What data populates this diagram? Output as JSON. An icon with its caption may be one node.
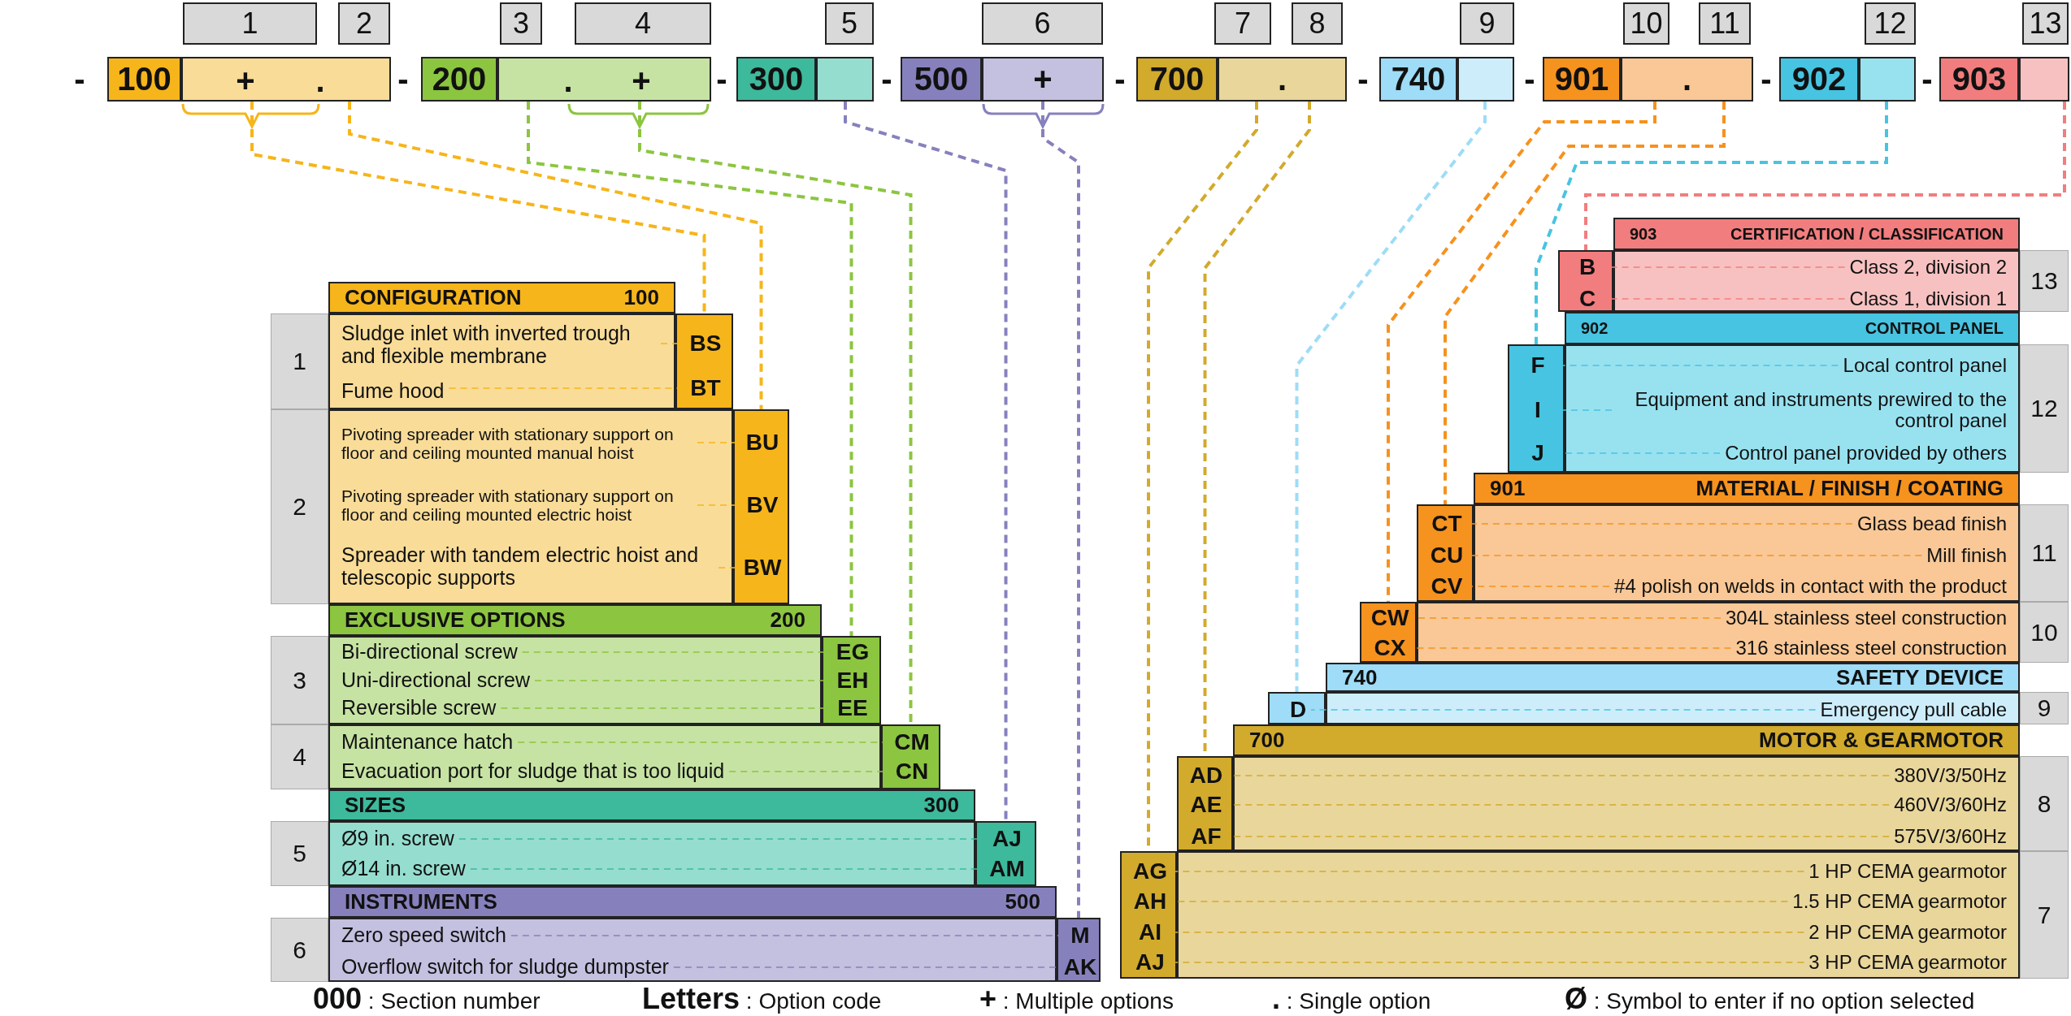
{
  "diagram": {
    "nodes": [
      {
        "text": [
          "1"
        ]
      },
      {
        "text": [
          "2"
        ]
      },
      {
        "text": [
          "3"
        ]
      },
      {
        "text": [
          "4"
        ]
      },
      {
        "text": [
          "5"
        ]
      },
      {
        "text": [
          "6"
        ]
      },
      {
        "text": [
          "7"
        ]
      },
      {
        "text": [
          "8"
        ]
      },
      {
        "text": [
          "9"
        ]
      },
      {
        "text": [
          "10"
        ]
      },
      {
        "text": [
          "11"
        ]
      },
      {
        "text": [
          "12"
        ]
      },
      {
        "text": [
          "13"
        ]
      },
      {
        "text": [
          "100"
        ]
      },
      {
        "text": [],
        "shape": "box"
      },
      {
        "text": [
          "+"
        ],
        "in": 14
      },
      {
        "text": [
          "."
        ],
        "in": 14
      },
      {
        "text": [
          "200"
        ]
      },
      {
        "text": [],
        "shape": "box"
      },
      {
        "text": [
          "."
        ],
        "in": 18
      },
      {
        "text": [
          "+"
        ],
        "in": 18
      },
      {
        "text": [
          "300"
        ]
      },
      {
        "text": [],
        "shape": "box"
      },
      {
        "text": [
          "500"
        ]
      },
      {
        "text": [
          "+"
        ]
      },
      {
        "text": [
          "700"
        ]
      },
      {
        "text": [
          "."
        ]
      },
      {
        "text": [
          "740"
        ]
      },
      {
        "text": [],
        "shape": "box"
      },
      {
        "text": [
          "901"
        ]
      },
      {
        "text": [
          "."
        ]
      },
      {
        "text": [
          "902"
        ]
      },
      {
        "text": [],
        "shape": "box"
      },
      {
        "text": [
          "903"
        ]
      },
      {
        "text": [],
        "shape": "box"
      },
      {
        "text": [
          "CONFIGURATION",
          "100"
        ]
      },
      {
        "text": [
          "1"
        ]
      },
      {
        "text": [],
        "shape": "box"
      },
      {
        "text": [
          "Sludge inlet with inverted trough and flexible membrane"
        ],
        "in": 37
      },
      {
        "text": [
          "Fume hood"
        ],
        "in": 37
      },
      {
        "text": [],
        "shape": "box"
      },
      {
        "text": [
          "BS"
        ],
        "in": 40
      },
      {
        "text": [
          "BT"
        ],
        "in": 40
      },
      {
        "text": [
          "2"
        ]
      },
      {
        "text": [],
        "shape": "box"
      },
      {
        "text": [
          "Pivoting spreader with stationary support on floor and ceiling mounted manual hoist"
        ],
        "in": 44
      },
      {
        "text": [
          "Pivoting spreader with stationary support on floor and ceiling mounted electric hoist"
        ],
        "in": 44
      },
      {
        "text": [
          "Spreader with tandem electric hoist and telescopic supports"
        ],
        "in": 44
      },
      {
        "text": [],
        "shape": "box"
      },
      {
        "text": [
          "BU"
        ],
        "in": 48
      },
      {
        "text": [
          "BV"
        ],
        "in": 48
      },
      {
        "text": [
          "BW"
        ],
        "in": 48
      },
      {
        "text": [
          "EXCLUSIVE OPTIONS",
          "200"
        ]
      },
      {
        "text": [
          "3"
        ]
      },
      {
        "text": [],
        "shape": "box"
      },
      {
        "text": [
          "Bi-directional screw"
        ],
        "in": 54
      },
      {
        "text": [
          "Uni-directional screw"
        ],
        "in": 54
      },
      {
        "text": [
          "Reversible screw"
        ],
        "in": 54
      },
      {
        "text": [],
        "shape": "box"
      },
      {
        "text": [
          "EG"
        ],
        "in": 58
      },
      {
        "text": [
          "EH"
        ],
        "in": 58
      },
      {
        "text": [
          "EE"
        ],
        "in": 58
      },
      {
        "text": [
          "4"
        ]
      },
      {
        "text": [],
        "shape": "box"
      },
      {
        "text": [
          "Maintenance hatch"
        ],
        "in": 63
      },
      {
        "text": [
          "Evacuation port for sludge that is too liquid"
        ],
        "in": 63
      },
      {
        "text": [],
        "shape": "box"
      },
      {
        "text": [
          "CM"
        ],
        "in": 66
      },
      {
        "text": [
          "CN"
        ],
        "in": 66
      },
      {
        "text": [
          "SIZES",
          "300"
        ]
      },
      {
        "text": [
          "5"
        ]
      },
      {
        "text": [],
        "shape": "box"
      },
      {
        "text": [
          "Ø9 in. screw"
        ],
        "in": 71
      },
      {
        "text": [
          "Ø14 in. screw"
        ],
        "in": 71
      },
      {
        "text": [],
        "shape": "box"
      },
      {
        "text": [
          "AJ"
        ],
        "in": 74
      },
      {
        "text": [
          "AM"
        ],
        "in": 74
      },
      {
        "text": [
          "INSTRUMENTS",
          "500"
        ]
      },
      {
        "text": [
          "6"
        ]
      },
      {
        "text": [],
        "shape": "box"
      },
      {
        "text": [
          "Zero speed switch"
        ],
        "in": 79
      },
      {
        "text": [
          "Overflow switch for sludge dumpster"
        ],
        "in": 79
      },
      {
        "text": [],
        "shape": "box"
      },
      {
        "text": [
          "M"
        ],
        "in": 82
      },
      {
        "text": [
          "AK"
        ],
        "in": 82
      },
      {
        "text": [
          "903",
          "CERTIFICATION / CLASSIFICATION"
        ]
      },
      {
        "text": [],
        "shape": "box"
      },
      {
        "text": [
          "B"
        ],
        "in": 86
      },
      {
        "text": [
          "C"
        ],
        "in": 86
      },
      {
        "text": [],
        "shape": "box"
      },
      {
        "text": [
          "Class 2, division 2"
        ],
        "in": 89
      },
      {
        "text": [
          "Class 1, division 1"
        ],
        "in": 89
      },
      {
        "text": [
          "13"
        ]
      },
      {
        "text": [
          "902",
          "CONTROL PANEL"
        ]
      },
      {
        "text": [],
        "shape": "box"
      },
      {
        "text": [
          "F"
        ],
        "in": 94
      },
      {
        "text": [
          "I"
        ],
        "in": 94
      },
      {
        "text": [
          "J"
        ],
        "in": 94
      },
      {
        "text": [],
        "shape": "box"
      },
      {
        "text": [
          "Local control panel"
        ],
        "in": 98
      },
      {
        "text": [
          "Equipment and instruments prewired to the control panel"
        ],
        "in": 98
      },
      {
        "text": [
          "Control panel provided by others"
        ],
        "in": 98
      },
      {
        "text": [
          "12"
        ]
      },
      {
        "text": [
          "901",
          "MATERIAL / FINISH / COATING"
        ]
      },
      {
        "text": [],
        "shape": "box"
      },
      {
        "text": [
          "CT"
        ],
        "in": 104
      },
      {
        "text": [
          "CU"
        ],
        "in": 104
      },
      {
        "text": [
          "CV"
        ],
        "in": 104
      },
      {
        "text": [],
        "shape": "box"
      },
      {
        "text": [
          "Glass bead finish"
        ],
        "in": 108
      },
      {
        "text": [
          "Mill finish"
        ],
        "in": 108
      },
      {
        "text": [
          "#4 polish on welds in contact with the product"
        ],
        "in": 108
      },
      {
        "text": [
          "11"
        ]
      },
      {
        "text": [],
        "shape": "box"
      },
      {
        "text": [
          "CW"
        ],
        "in": 113
      },
      {
        "text": [
          "CX"
        ],
        "in": 113
      },
      {
        "text": [],
        "shape": "box"
      },
      {
        "text": [
          "304L stainless steel construction"
        ],
        "in": 116
      },
      {
        "text": [
          "316 stainless steel construction"
        ],
        "in": 116
      },
      {
        "text": [
          "10"
        ]
      },
      {
        "text": [
          "740",
          "SAFETY DEVICE"
        ]
      },
      {
        "text": [],
        "shape": "box"
      },
      {
        "text": [
          "D"
        ],
        "in": 121
      },
      {
        "text": [],
        "shape": "box"
      },
      {
        "text": [
          "Emergency pull cable"
        ],
        "in": 123
      },
      {
        "text": [
          "9"
        ]
      },
      {
        "text": [
          "700",
          "MOTOR & GEARMOTOR"
        ]
      },
      {
        "text": [],
        "shape": "box"
      },
      {
        "text": [
          "AD"
        ],
        "in": 127
      },
      {
        "text": [
          "AE"
        ],
        "in": 127
      },
      {
        "text": [
          "AF"
        ],
        "in": 127
      },
      {
        "text": [],
        "shape": "box"
      },
      {
        "text": [
          "380V/3/50Hz"
        ],
        "in": 131
      },
      {
        "text": [
          "460V/3/60Hz"
        ],
        "in": 131
      },
      {
        "text": [
          "575V/3/60Hz"
        ],
        "in": 131
      },
      {
        "text": [
          "8"
        ]
      },
      {
        "text": [],
        "shape": "box"
      },
      {
        "text": [
          "AG"
        ],
        "in": 136
      },
      {
        "text": [
          "AH"
        ],
        "in": 136
      },
      {
        "text": [
          "AI"
        ],
        "in": 136
      },
      {
        "text": [
          "AJ"
        ],
        "in": 136
      },
      {
        "text": [],
        "shape": "box"
      },
      {
        "text": [
          "1 HP CEMA gearmotor"
        ],
        "in": 141
      },
      {
        "text": [
          "1.5 HP CEMA gearmotor"
        ],
        "in": 141
      },
      {
        "text": [
          "2 HP CEMA gearmotor"
        ],
        "in": 141
      },
      {
        "text": [
          "3 HP CEMA gearmotor"
        ],
        "in": 141
      },
      {
        "text": [
          "7"
        ]
      }
    ],
    "edges": [
      {
        "from": 15,
        "to": 40,
        "arrow": "none",
        "style": "dashed",
        "color": "#f6b51b"
      },
      {
        "from": 16,
        "to": 48,
        "arrow": "none",
        "style": "dashed",
        "color": "#f6b51b"
      },
      {
        "from": 19,
        "to": 58,
        "arrow": "none",
        "style": "dashed",
        "color": "#8cc540"
      },
      {
        "from": 20,
        "to": 66,
        "arrow": "none",
        "style": "dashed",
        "color": "#8cc540"
      },
      {
        "from": 22,
        "to": 74,
        "arrow": "none",
        "style": "dashed",
        "color": "#8681bd"
      },
      {
        "from": 24,
        "to": 82,
        "arrow": "none",
        "style": "dashed",
        "color": "#8681bd"
      },
      {
        "from": 26,
        "to": 136,
        "arrow": "none",
        "style": "dashed",
        "color": "#d2aa2c"
      },
      {
        "from": 26,
        "to": 127,
        "arrow": "none",
        "style": "dashed",
        "color": "#d2aa2c"
      },
      {
        "from": 28,
        "to": 121,
        "arrow": "none",
        "style": "dashed",
        "color": "#9edcf7"
      },
      {
        "from": 30,
        "to": 113,
        "arrow": "none",
        "style": "dashed",
        "color": "#f6921e"
      },
      {
        "from": 30,
        "to": 104,
        "arrow": "none",
        "style": "dashed",
        "color": "#f6921e"
      },
      {
        "from": 32,
        "to": 94,
        "arrow": "none",
        "style": "dashed",
        "color": "#47c4e1"
      },
      {
        "from": 34,
        "to": 86,
        "arrow": "none",
        "style": "dashed",
        "color": "#f27d7e"
      },
      {
        "from": 38,
        "to": 41,
        "arrow": "none",
        "style": "dashed",
        "color": "#f6b51b"
      },
      {
        "from": 39,
        "to": 42,
        "arrow": "none",
        "style": "dashed",
        "color": "#f6b51b"
      },
      {
        "from": 45,
        "to": 49,
        "arrow": "none",
        "style": "dashed",
        "color": "#f6b51b"
      },
      {
        "from": 46,
        "to": 50,
        "arrow": "none",
        "style": "dashed",
        "color": "#f6b51b"
      },
      {
        "from": 47,
        "to": 51,
        "arrow": "none",
        "style": "dashed",
        "color": "#f6b51b"
      },
      {
        "from": 55,
        "to": 59,
        "arrow": "none",
        "style": "dashed",
        "color": "#8cc540"
      },
      {
        "from": 56,
        "to": 60,
        "arrow": "none",
        "style": "dashed",
        "color": "#8cc540"
      },
      {
        "from": 57,
        "to": 61,
        "arrow": "none",
        "style": "dashed",
        "color": "#8cc540"
      },
      {
        "from": 64,
        "to": 67,
        "arrow": "none",
        "style": "dashed",
        "color": "#8cc540"
      },
      {
        "from": 65,
        "to": 68,
        "arrow": "none",
        "style": "dashed",
        "color": "#8cc540"
      },
      {
        "from": 72,
        "to": 75,
        "arrow": "none",
        "style": "dashed",
        "color": "#3db99c"
      },
      {
        "from": 73,
        "to": 76,
        "arrow": "none",
        "style": "dashed",
        "color": "#3db99c"
      },
      {
        "from": 80,
        "to": 83,
        "arrow": "none",
        "style": "dashed",
        "color": "#8681bd"
      },
      {
        "from": 81,
        "to": 84,
        "arrow": "none",
        "style": "dashed",
        "color": "#8681bd"
      },
      {
        "from": 90,
        "to": 87,
        "arrow": "none",
        "style": "dashed",
        "color": "#f27d7e"
      },
      {
        "from": 91,
        "to": 88,
        "arrow": "none",
        "style": "dashed",
        "color": "#f27d7e"
      },
      {
        "from": 99,
        "to": 95,
        "arrow": "none",
        "style": "dashed",
        "color": "#47c4e1"
      },
      {
        "from": 100,
        "to": 96,
        "arrow": "none",
        "style": "dashed",
        "color": "#47c4e1"
      },
      {
        "from": 101,
        "to": 97,
        "arrow": "none",
        "style": "dashed",
        "color": "#47c4e1"
      },
      {
        "from": 109,
        "to": 105,
        "arrow": "none",
        "style": "dashed",
        "color": "#f6921e"
      },
      {
        "from": 110,
        "to": 106,
        "arrow": "none",
        "style": "dashed",
        "color": "#f6921e"
      },
      {
        "from": 111,
        "to": 107,
        "arrow": "none",
        "style": "dashed",
        "color": "#f6921e"
      },
      {
        "from": 117,
        "to": 114,
        "arrow": "none",
        "style": "dashed",
        "color": "#f6921e"
      },
      {
        "from": 118,
        "to": 115,
        "arrow": "none",
        "style": "dashed",
        "color": "#f6921e"
      },
      {
        "from": 124,
        "to": 122,
        "arrow": "none",
        "style": "dashed",
        "color": "#47c4e1"
      },
      {
        "from": 132,
        "to": 128,
        "arrow": "none",
        "style": "dashed",
        "color": "#d2aa2c"
      },
      {
        "from": 133,
        "to": 129,
        "arrow": "none",
        "style": "dashed",
        "color": "#d2aa2c"
      },
      {
        "from": 134,
        "to": 130,
        "arrow": "none",
        "style": "dashed",
        "color": "#d2aa2c"
      },
      {
        "from": 142,
        "to": 137,
        "arrow": "none",
        "style": "dashed",
        "color": "#d2aa2c"
      },
      {
        "from": 143,
        "to": 138,
        "arrow": "none",
        "style": "dashed",
        "color": "#d2aa2c"
      },
      {
        "from": 144,
        "to": 139,
        "arrow": "none",
        "style": "dashed",
        "color": "#d2aa2c"
      },
      {
        "from": 145,
        "to": 140,
        "arrow": "none",
        "style": "dashed",
        "color": "#d2aa2c"
      }
    ],
    "labels": [
      "-",
      "-",
      "-",
      "-",
      "-",
      "-",
      "-",
      "-",
      "-",
      "**000** : Section number",
      "**Letters** : Option code",
      "**+** : Multiple options",
      "**.** : Single option",
      "**Ø** : Symbol to enter if no option selected"
    ]
  }
}
